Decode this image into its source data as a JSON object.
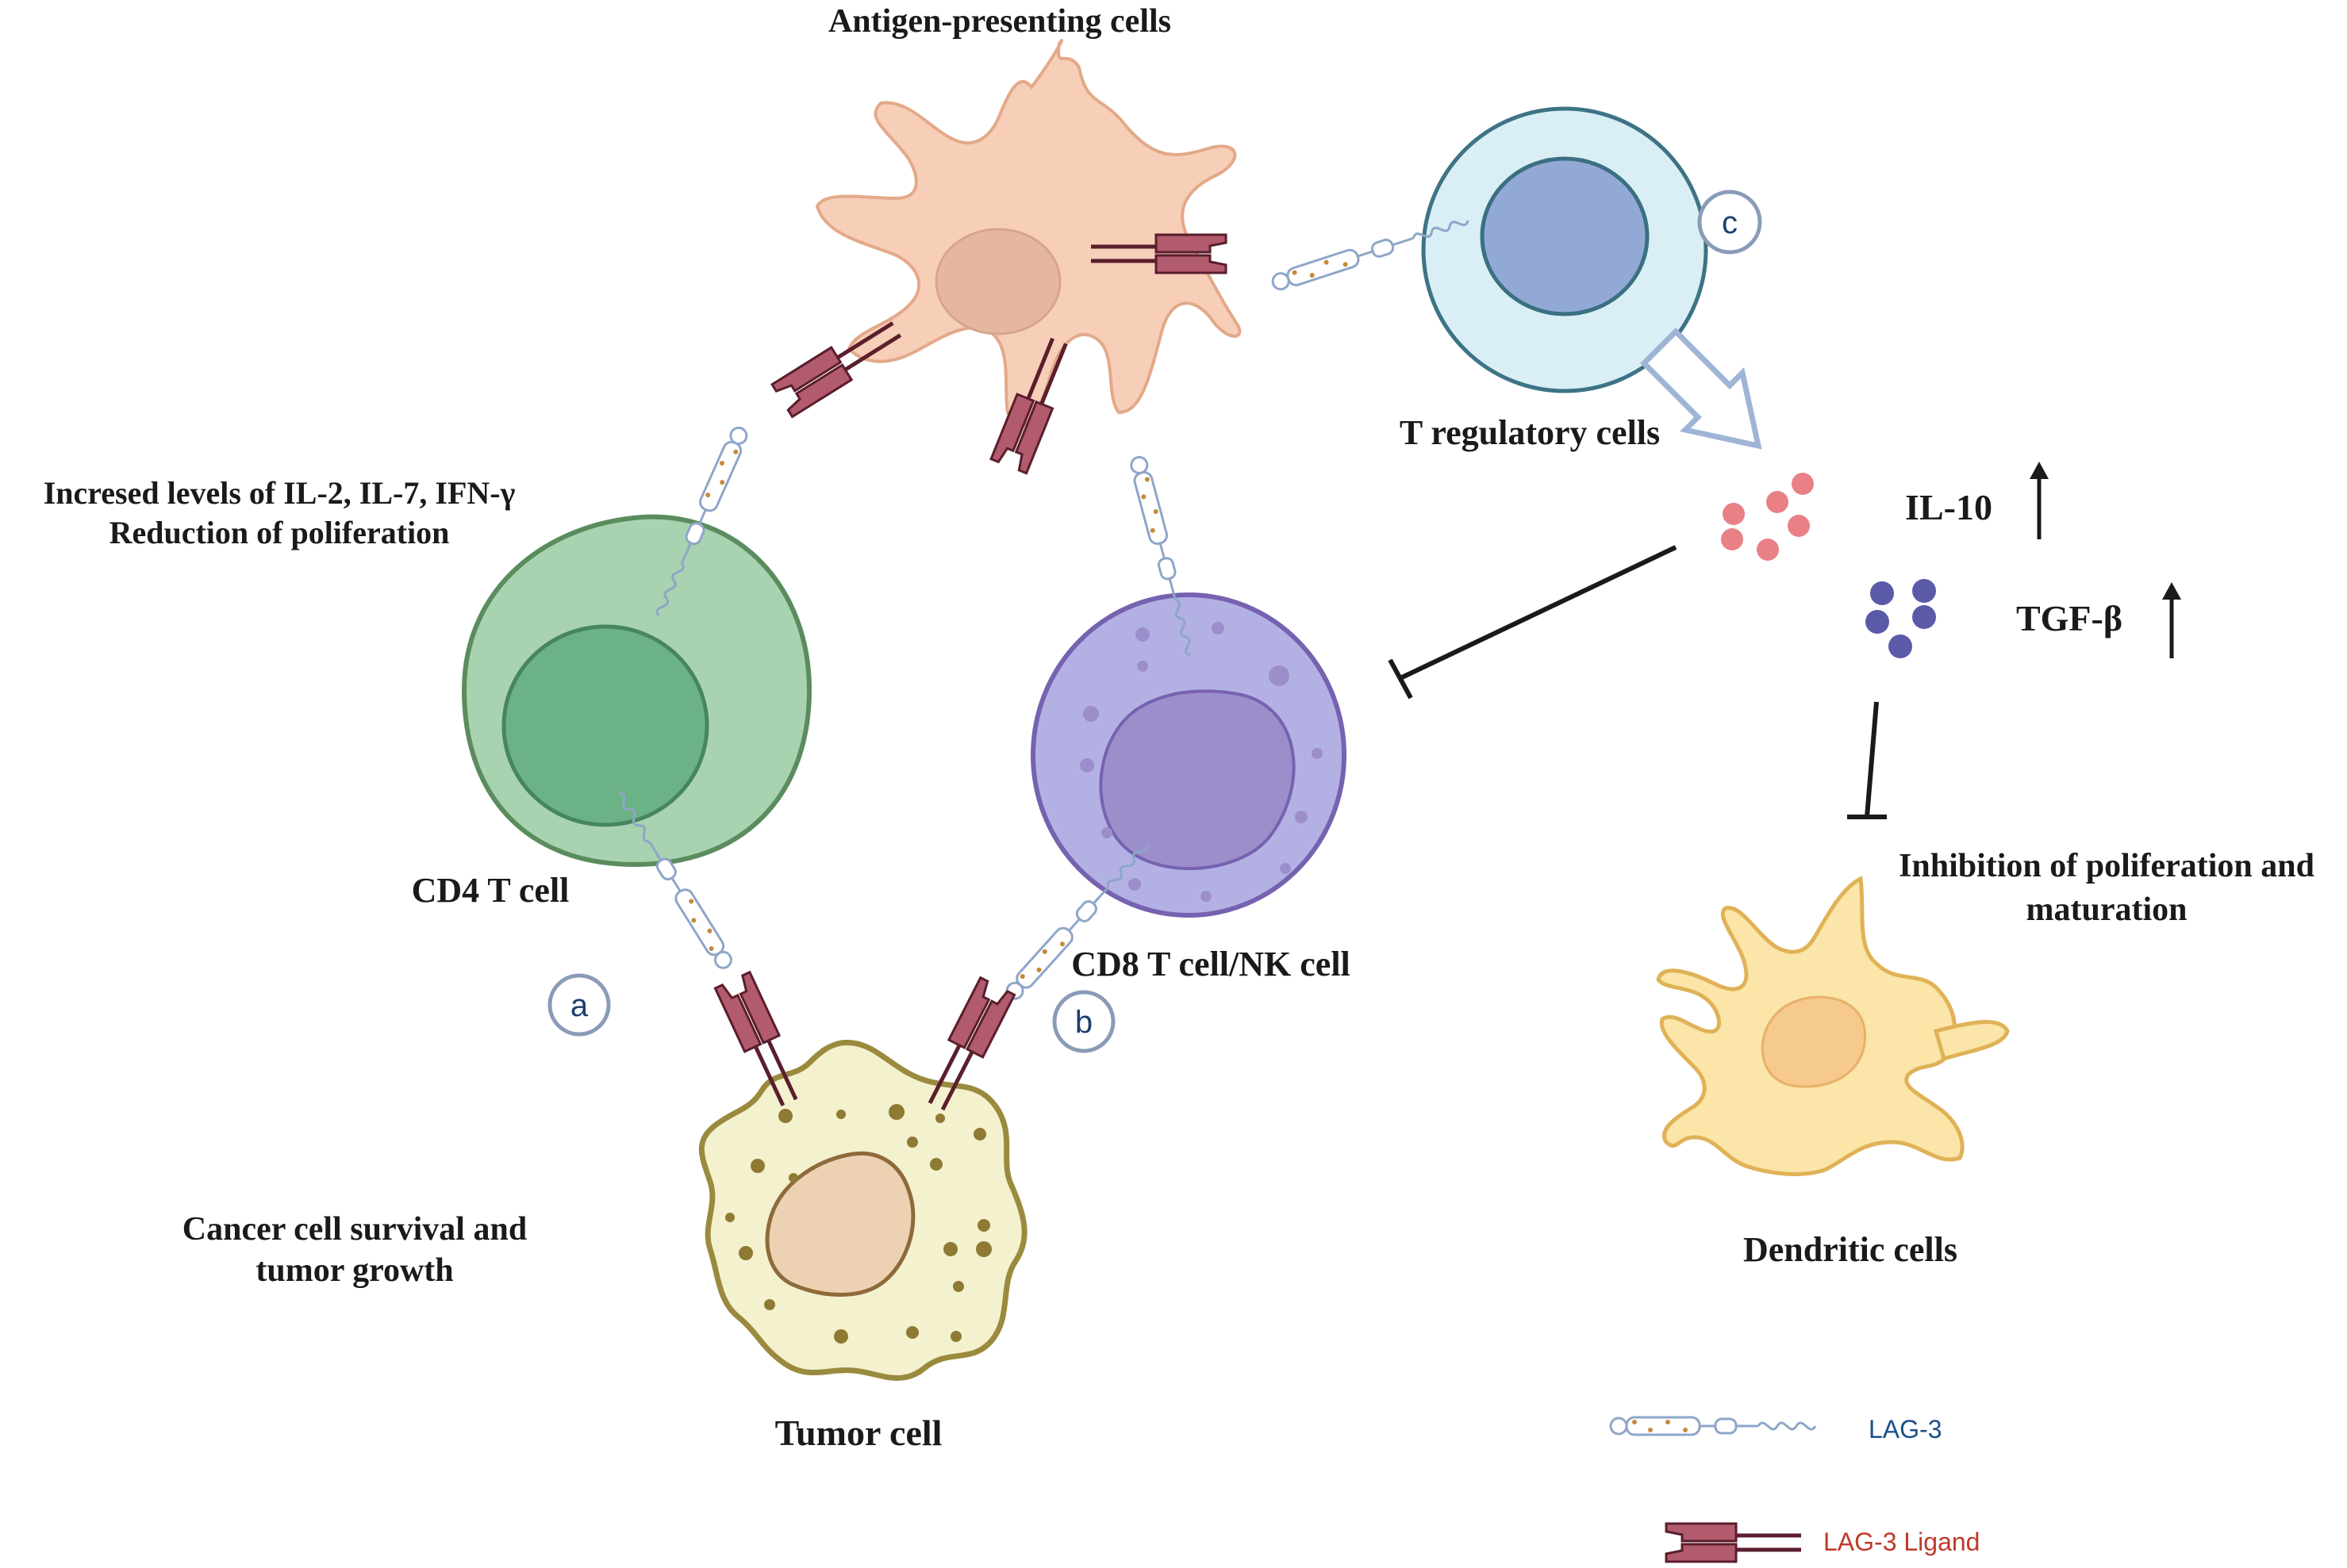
{
  "labels": {
    "apc": "Antigen-presenting cells",
    "treg": "T regulatory cells",
    "cd4_effects_line1": "Incresed levels of IL-2, IL-7,  IFN-γ",
    "cd4_effects_line2": "Reduction of poliferation",
    "cd4": "CD4 T cell",
    "cd8": "CD8 T cell/NK cell",
    "tumor": "Tumor cell",
    "tumor_effects_line1": "Cancer cell survival and",
    "tumor_effects_line2": "tumor growth",
    "il10": "IL-10",
    "tgfb": "TGF-β",
    "dc_effects_line1": "Inhibition of poliferation and",
    "dc_effects_line2": "maturation",
    "dendritic": "Dendritic cells"
  },
  "markers": {
    "a": "a",
    "b": "b",
    "c": "c"
  },
  "legend": {
    "lag3": "LAG-3",
    "ligand": "LAG-3 Ligand"
  },
  "colors": {
    "apc_fill": "#f7cfb8",
    "apc_nucleus": "#e6b7a0",
    "cd4_fill": "#a8d2b0",
    "cd4_nucleus": "#6cb287",
    "cd8_fill": "#b3b1e4",
    "cd8_nucleus": "#9c8ecb",
    "treg_fill": "#d9eff5",
    "treg_nucleus": "#92a9d6",
    "tumor_fill": "#f4f1cf",
    "tumor_nucleus": "#ecd2b2",
    "dc_fill": "#fbe5a8",
    "dc_nucleus": "#f6c98c",
    "ligand": "#b35b6e",
    "il10_dots": "#e88086",
    "tgfb_dots": "#5a5aa8",
    "lag3_text": "#1c4f8c",
    "ligand_text": "#c0392b"
  }
}
